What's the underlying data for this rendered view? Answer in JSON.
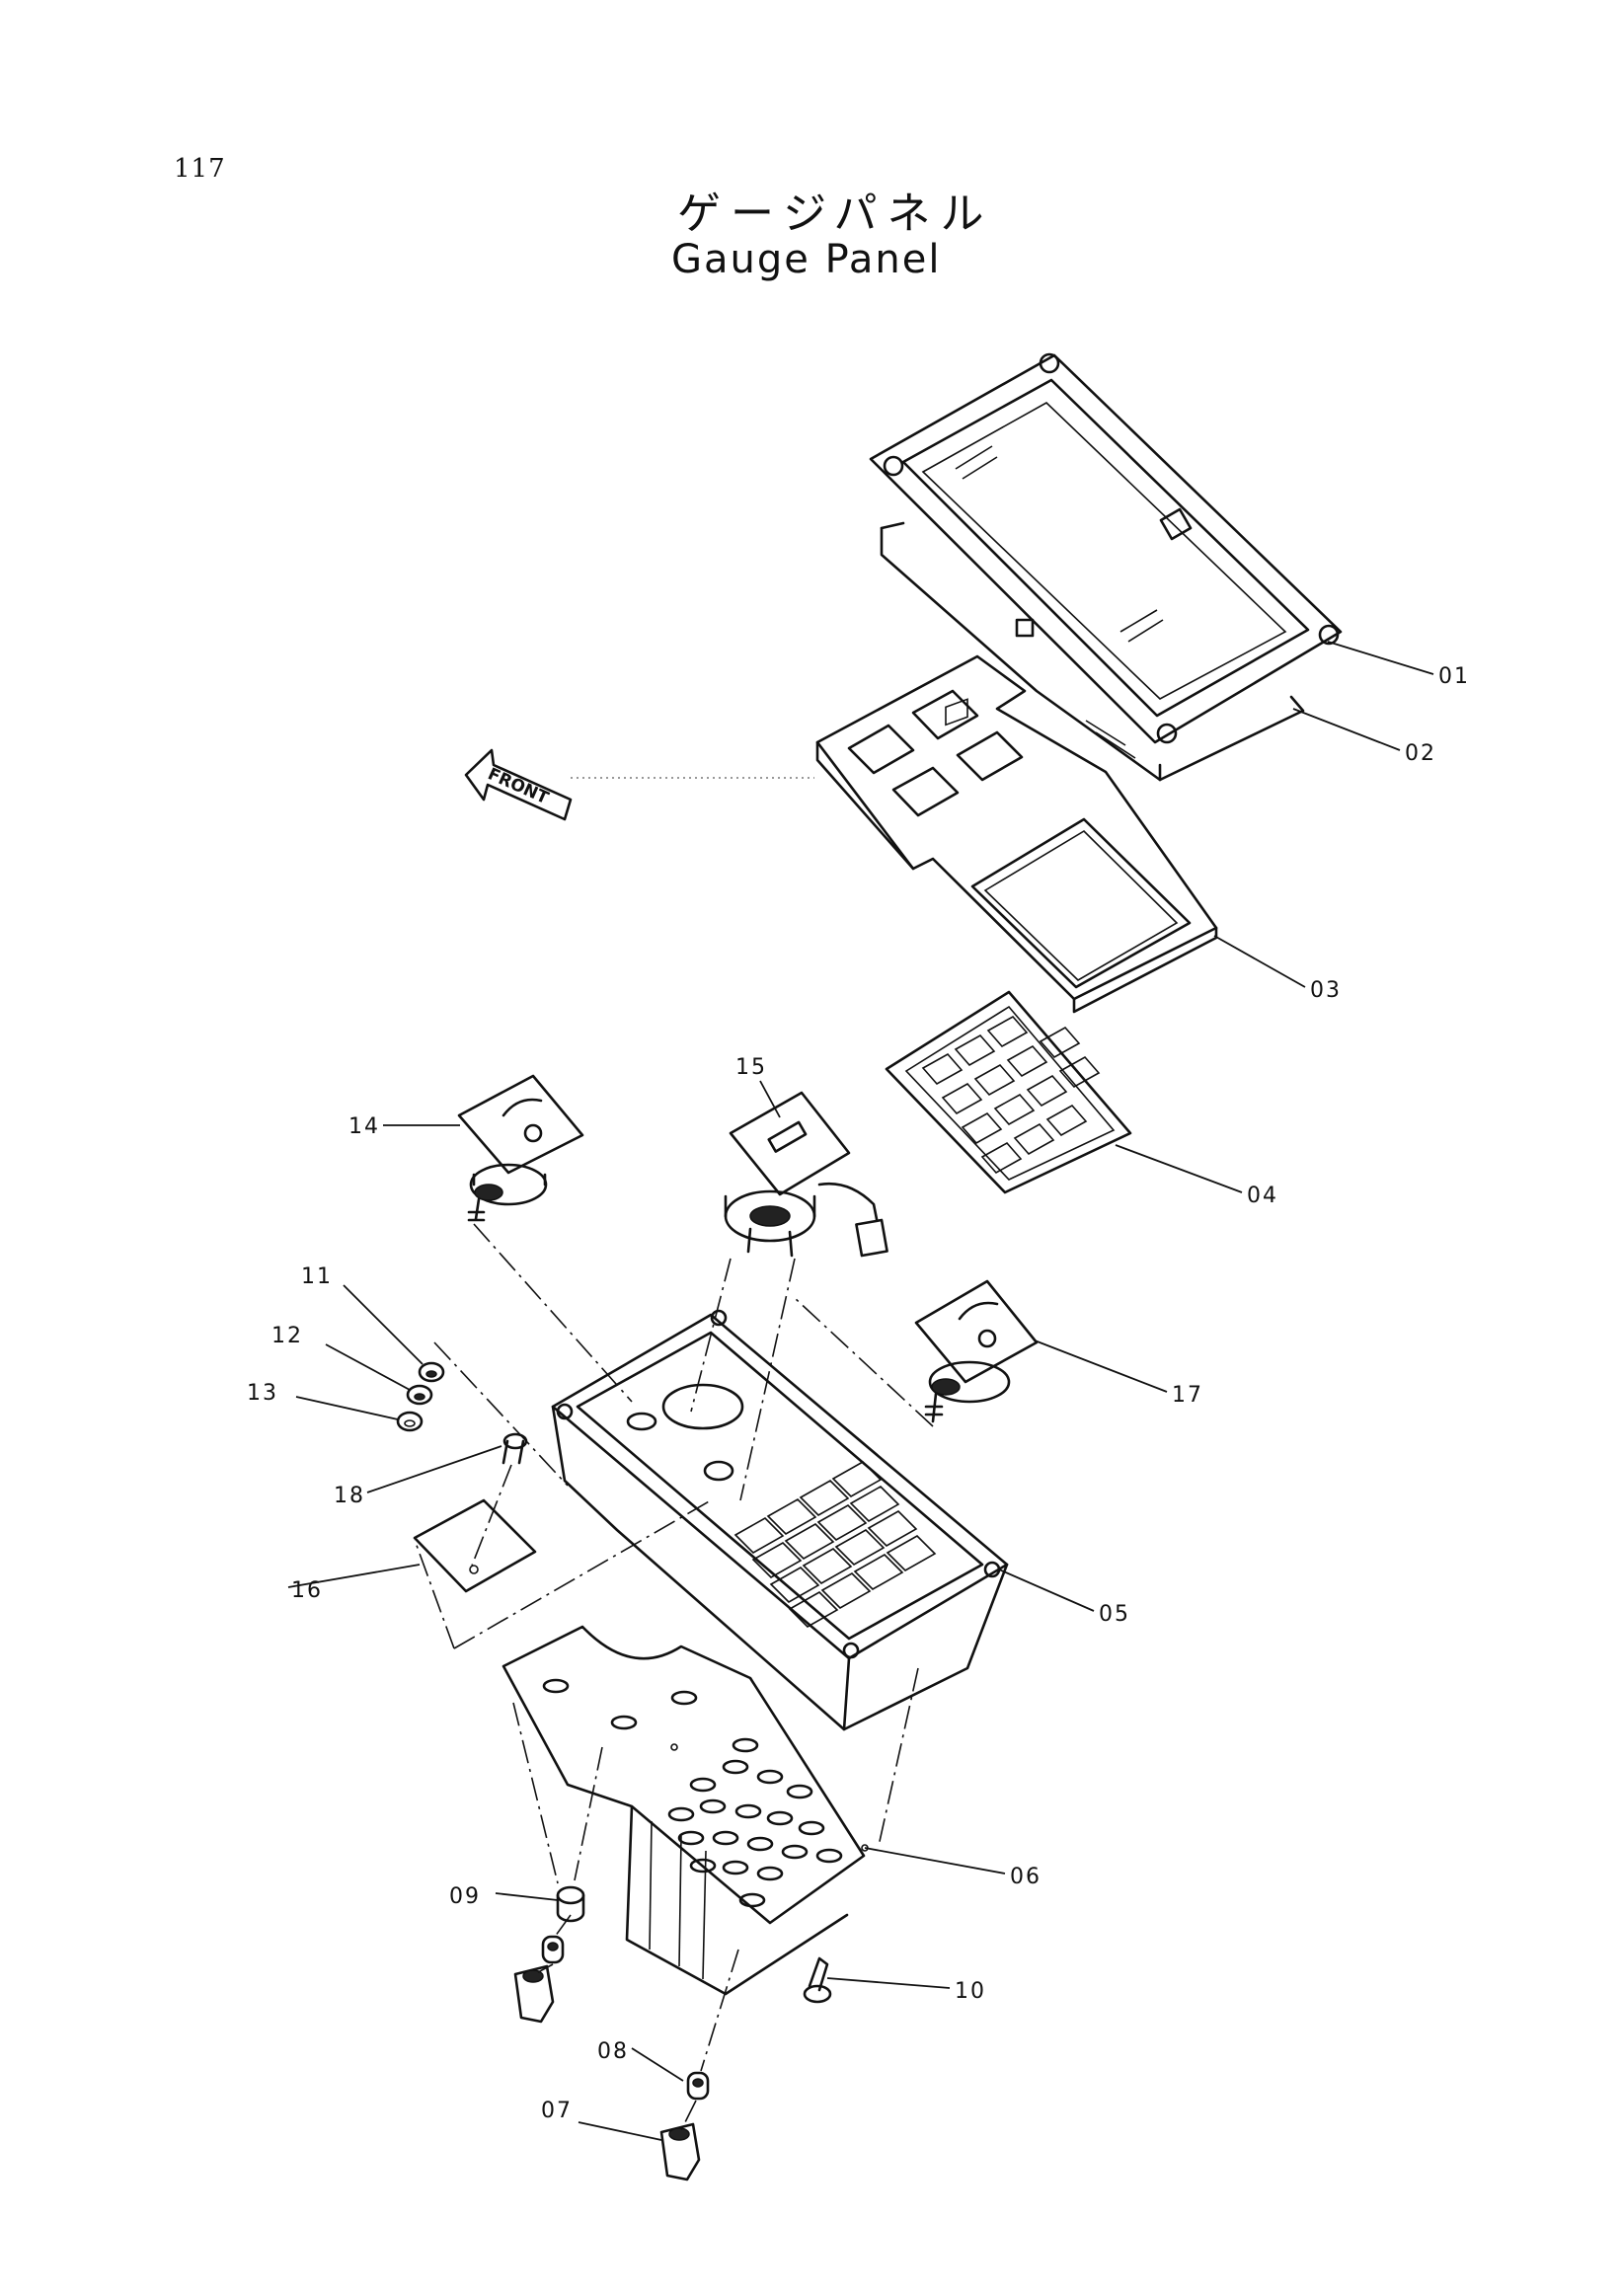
{
  "page_number": "117",
  "title_jp": "ゲージパネル",
  "title_en": "Gauge Panel",
  "front_label": "FRONT",
  "parts": [
    {
      "id": "p01",
      "label": "01"
    },
    {
      "id": "p02",
      "label": "02"
    },
    {
      "id": "p03",
      "label": "03"
    },
    {
      "id": "p04",
      "label": "04"
    },
    {
      "id": "p05",
      "label": "05"
    },
    {
      "id": "p06",
      "label": "06"
    },
    {
      "id": "p07",
      "label": "07"
    },
    {
      "id": "p08",
      "label": "08"
    },
    {
      "id": "p09",
      "label": "09"
    },
    {
      "id": "p10",
      "label": "10"
    },
    {
      "id": "p11",
      "label": "11"
    },
    {
      "id": "p12",
      "label": "12"
    },
    {
      "id": "p13",
      "label": "13"
    },
    {
      "id": "p14",
      "label": "14"
    },
    {
      "id": "p15",
      "label": "15"
    },
    {
      "id": "p16",
      "label": "16"
    },
    {
      "id": "p17",
      "label": "17"
    },
    {
      "id": "p18",
      "label": "18"
    }
  ]
}
